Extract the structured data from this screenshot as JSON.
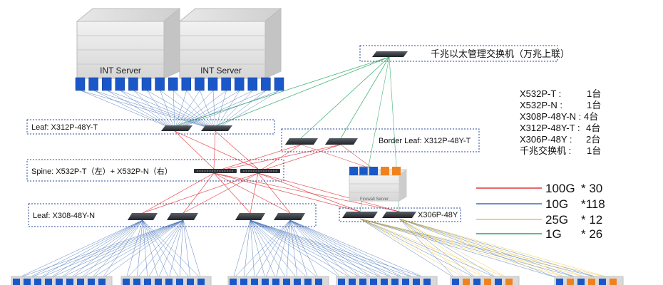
{
  "servers": [
    {
      "label": "INT Server"
    },
    {
      "label": "INT Server"
    }
  ],
  "firewall": {
    "label": "Firewall Server"
  },
  "zones": {
    "mgmt_switch": "千兆以太管理交换机（万兆上联）",
    "leaf_top": "Leaf: X312P-48Y-T",
    "border_leaf": "Border Leaf: X312P-48Y-T",
    "spine": "Spine: X532P-T（左）+ X532P-N（右）",
    "leaf_bottom": "Leaf: X308-48Y-N",
    "x306": "X306P-48Y"
  },
  "inventory": [
    {
      "model": "X532P-T :",
      "count": "1台"
    },
    {
      "model": "X532P-N :",
      "count": "1台"
    },
    {
      "model": "X308P-48Y-N :",
      "count": "4台"
    },
    {
      "model": "X312P-48Y-T :",
      "count": "4台"
    },
    {
      "model": "X306P-48Y :",
      "count": "2台"
    },
    {
      "model": "千兆交换机 :",
      "count": "1台"
    }
  ],
  "legend": [
    {
      "label": "100G",
      "count": "* 30",
      "color": "#e0353b"
    },
    {
      "label": "10G",
      "count": "*118",
      "color": "#3f6fb5"
    },
    {
      "label": "25G",
      "count": "* 12",
      "color": "#f2c22c"
    },
    {
      "label": "1G",
      "count": "* 26",
      "color": "#27a860"
    }
  ],
  "colors": {
    "port_blue": "#1a57c8",
    "port_orange": "#f0821e",
    "zone_border": "#2a4a9a",
    "switch_dark": "#2b2e33"
  }
}
